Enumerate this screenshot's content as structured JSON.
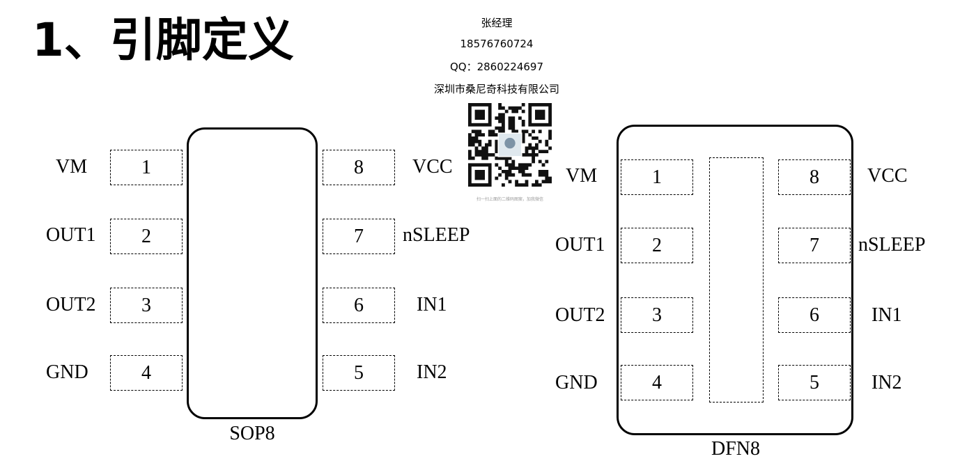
{
  "title": "1、引脚定义",
  "contact": {
    "name": "张经理",
    "phone": "18576760724",
    "qq": "QQ：2860224697",
    "company": "深圳市桑尼奇科技有限公司",
    "qr_icon": "qr-code-icon",
    "qr_caption": "扫一扫上面的二维码图案，加我微信"
  },
  "sop8": {
    "name": "SOP8",
    "left_pins": [
      {
        "num": "1",
        "label": "VM"
      },
      {
        "num": "2",
        "label": "OUT1"
      },
      {
        "num": "3",
        "label": "OUT2"
      },
      {
        "num": "4",
        "label": "GND"
      }
    ],
    "right_pins": [
      {
        "num": "8",
        "label": "VCC"
      },
      {
        "num": "7",
        "label": "nSLEEP"
      },
      {
        "num": "6",
        "label": "IN1"
      },
      {
        "num": "5",
        "label": "IN2"
      }
    ]
  },
  "dfn8": {
    "name": "DFN8",
    "left_pins": [
      {
        "num": "1",
        "label": "VM"
      },
      {
        "num": "2",
        "label": "OUT1"
      },
      {
        "num": "3",
        "label": "OUT2"
      },
      {
        "num": "4",
        "label": "GND"
      }
    ],
    "right_pins": [
      {
        "num": "8",
        "label": "VCC"
      },
      {
        "num": "7",
        "label": "nSLEEP"
      },
      {
        "num": "6",
        "label": "IN1"
      },
      {
        "num": "5",
        "label": "IN2"
      }
    ]
  }
}
